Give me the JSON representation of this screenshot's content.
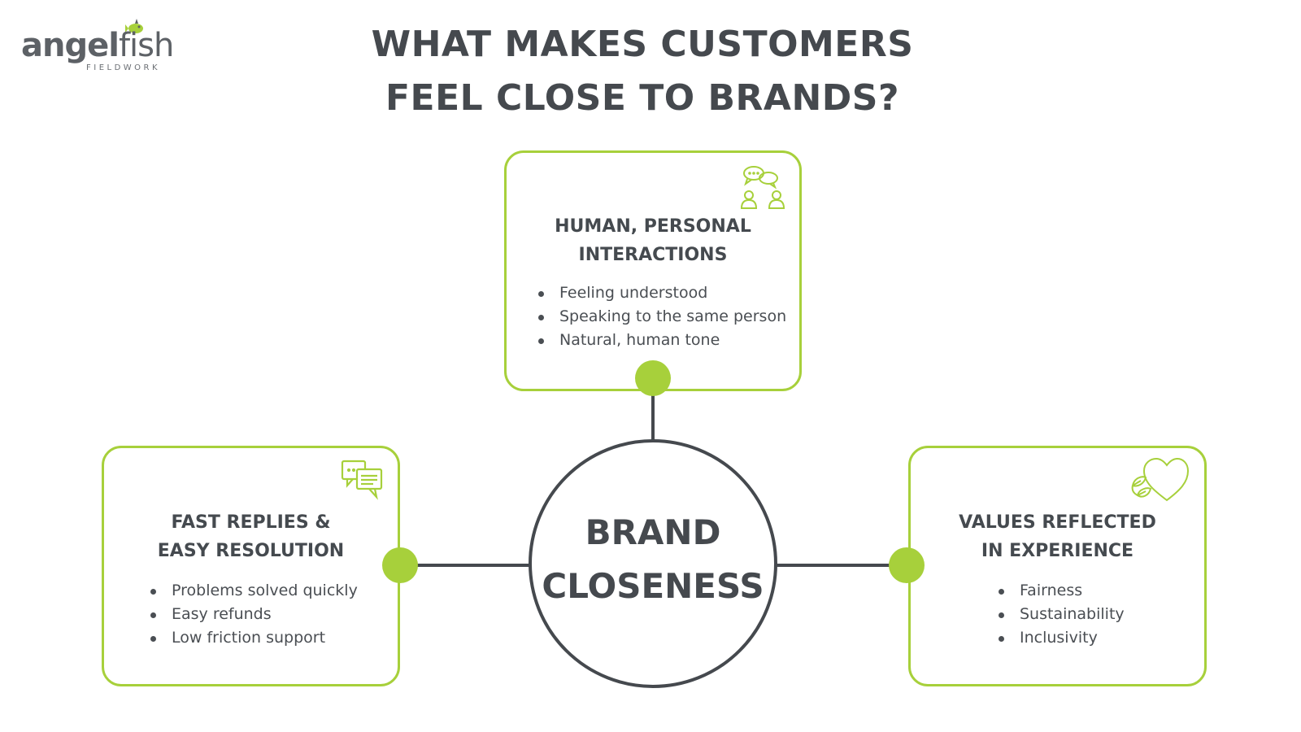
{
  "logo": {
    "word_bold": "angel",
    "word_light": "fish",
    "subtitle": "FIELDWORK",
    "mark_icon": "fish-mark-icon"
  },
  "title": {
    "line1": "WHAT MAKES CUSTOMERS",
    "line2": "FEEL CLOSE TO BRANDS?"
  },
  "center": {
    "line1": "BRAND",
    "line2": "CLOSENESS"
  },
  "cards": {
    "top": {
      "icon": "people-chat-icon",
      "heading_line1": "HUMAN, PERSONAL",
      "heading_line2": "INTERACTIONS",
      "items": [
        "Feeling understood",
        "Speaking to the same person",
        "Natural, human tone"
      ]
    },
    "left": {
      "icon": "chat-bubbles-icon",
      "heading_line1": "FAST REPLIES &",
      "heading_line2": "EASY RESOLUTION",
      "items": [
        "Problems solved quickly",
        "Easy refunds",
        "Low friction support"
      ]
    },
    "right": {
      "icon": "heart-leaf-icon",
      "heading_line1": "VALUES REFLECTED",
      "heading_line2": "IN EXPERIENCE",
      "items": [
        "Fairness",
        "Sustainability",
        "Inclusivity"
      ]
    }
  },
  "colors": {
    "accent_green": "#a7d03b",
    "text_dark": "#45494e",
    "background": "#ffffff"
  }
}
